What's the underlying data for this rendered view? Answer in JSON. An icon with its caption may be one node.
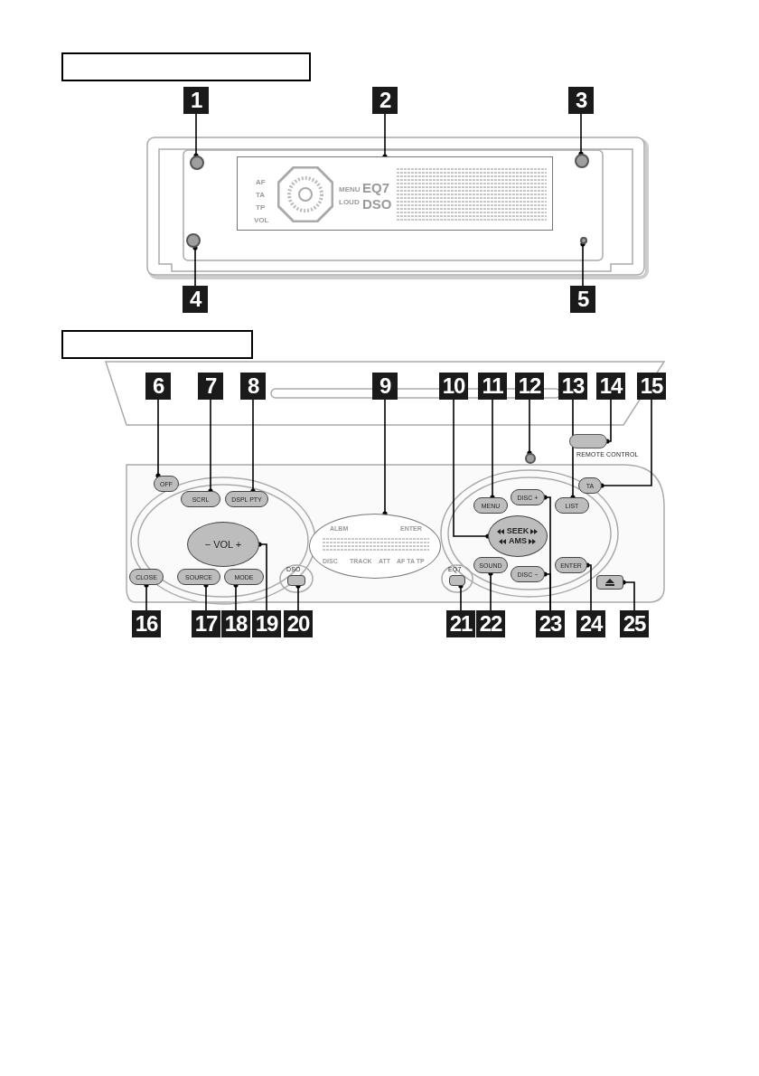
{
  "diagram": {
    "nodes": [
      {
        "text": [],
        "shape": "box"
      },
      {
        "text": [
          "1"
        ]
      },
      {
        "text": [
          "2"
        ]
      },
      {
        "text": [
          "3"
        ]
      },
      {
        "text": [
          "4"
        ]
      },
      {
        "text": [
          "5"
        ]
      },
      {
        "text": [],
        "shape": "circle"
      },
      {
        "text": [
          "AF",
          "TA",
          "TP",
          "VOL",
          "MENU",
          "LOUD",
          "EQ7",
          "DSO"
        ]
      },
      {
        "text": [],
        "shape": "circle"
      },
      {
        "text": [],
        "shape": "circle"
      },
      {
        "text": [],
        "shape": "circle"
      },
      {
        "text": [],
        "shape": "box"
      },
      {
        "text": [
          "6"
        ]
      },
      {
        "text": [
          "7"
        ]
      },
      {
        "text": [
          "8"
        ]
      },
      {
        "text": [
          "9"
        ]
      },
      {
        "text": [
          "10"
        ]
      },
      {
        "text": [
          "11"
        ]
      },
      {
        "text": [
          "12"
        ]
      },
      {
        "text": [
          "13"
        ]
      },
      {
        "text": [
          "14"
        ]
      },
      {
        "text": [
          "15"
        ]
      },
      {
        "text": [
          "16"
        ]
      },
      {
        "text": [
          "17"
        ]
      },
      {
        "text": [
          "18"
        ]
      },
      {
        "text": [
          "19"
        ]
      },
      {
        "text": [
          "20"
        ]
      },
      {
        "text": [
          "21"
        ]
      },
      {
        "text": [
          "22"
        ]
      },
      {
        "text": [
          "23"
        ]
      },
      {
        "text": [
          "24"
        ]
      },
      {
        "text": [
          "25"
        ]
      },
      {
        "text": [
          "OFF"
        ]
      },
      {
        "text": [
          "SCRL"
        ]
      },
      {
        "text": [
          "DSPL PTY"
        ]
      },
      {
        "text": [
          "ALBM",
          "ENTER",
          "DISC",
          "TRACK",
          "ATT",
          "AF TA TP"
        ]
      },
      {
        "text": [
          "SEEK",
          "AMS"
        ]
      },
      {
        "text": [
          "MENU"
        ]
      },
      {
        "text": [],
        "shape": "circle"
      },
      {
        "text": [
          "LIST"
        ]
      },
      {
        "text": [],
        "shape": "ellipse",
        "beside": [
          "REMOTE CONTROL"
        ]
      },
      {
        "text": [
          "TA"
        ]
      },
      {
        "text": [
          "CLOSE"
        ]
      },
      {
        "text": [
          "SOURCE"
        ]
      },
      {
        "text": [
          "MODE"
        ]
      },
      {
        "text": [
          "− VOL +"
        ]
      },
      {
        "text": [],
        "shape": "box",
        "beside": [
          "DSO"
        ]
      },
      {
        "text": [],
        "shape": "box",
        "beside": [
          "EQ7"
        ]
      },
      {
        "text": [
          "SOUND"
        ]
      },
      {
        "text": [
          "DISC +"
        ]
      },
      {
        "text": [
          "DISC −"
        ]
      },
      {
        "text": [
          "ENTER"
        ]
      },
      {
        "text": [],
        "shape": "box"
      }
    ],
    "edges": [
      {
        "from": 1,
        "to": 6,
        "arrow": "other"
      },
      {
        "from": 2,
        "to": 7,
        "arrow": "other"
      },
      {
        "from": 3,
        "to": 8,
        "arrow": "other"
      },
      {
        "from": 4,
        "to": 9,
        "arrow": "other"
      },
      {
        "from": 5,
        "to": 10,
        "arrow": "other"
      },
      {
        "from": 12,
        "to": 32,
        "arrow": "other"
      },
      {
        "from": 13,
        "to": 33,
        "arrow": "other"
      },
      {
        "from": 14,
        "to": 34,
        "arrow": "other"
      },
      {
        "from": 15,
        "to": 35,
        "arrow": "other"
      },
      {
        "from": 16,
        "to": 36,
        "arrow": "other"
      },
      {
        "from": 17,
        "to": 37,
        "arrow": "other"
      },
      {
        "from": 18,
        "to": 38,
        "arrow": "other"
      },
      {
        "from": 19,
        "to": 39,
        "arrow": "other"
      },
      {
        "from": 20,
        "to": 40,
        "arrow": "other"
      },
      {
        "from": 21,
        "to": 41,
        "arrow": "other"
      },
      {
        "from": 22,
        "to": 42,
        "arrow": "other"
      },
      {
        "from": 23,
        "to": 43,
        "arrow": "other"
      },
      {
        "from": 24,
        "to": 44,
        "arrow": "other"
      },
      {
        "from": 25,
        "to": 45,
        "arrow": "other"
      },
      {
        "from": 26,
        "to": 46,
        "arrow": "other"
      },
      {
        "from": 27,
        "to": 47,
        "arrow": "other"
      },
      {
        "from": 28,
        "to": 48,
        "arrow": "other"
      },
      {
        "from": 29,
        "to": 49,
        "arrow": "other"
      },
      {
        "from": 29,
        "to": 50,
        "arrow": "other"
      },
      {
        "from": 30,
        "to": 51,
        "arrow": "other"
      },
      {
        "from": 31,
        "to": 52,
        "arrow": "other"
      }
    ]
  }
}
